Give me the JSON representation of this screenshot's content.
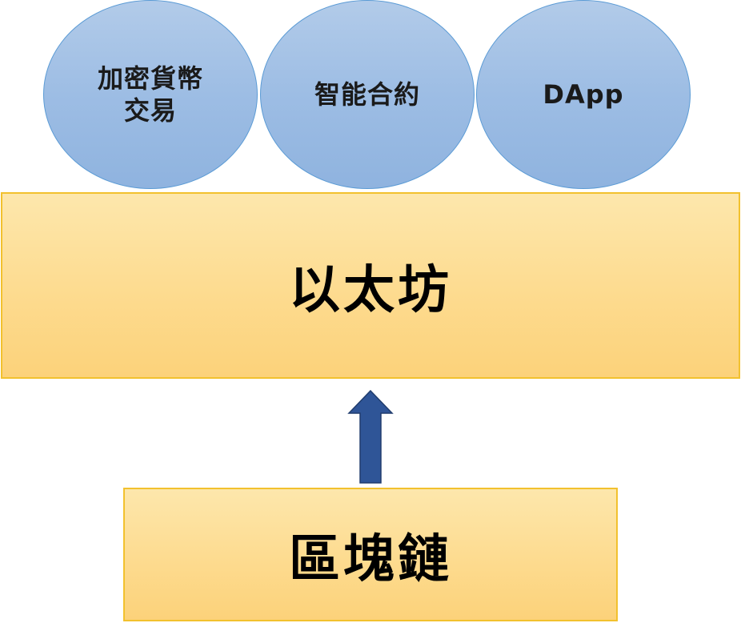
{
  "circles": [
    {
      "label": "加密貨幣交易"
    },
    {
      "label": "智能合約"
    },
    {
      "label": "DApp"
    }
  ],
  "ethereum": {
    "label": "以太坊"
  },
  "blockchain": {
    "label": "區塊鏈"
  },
  "colors": {
    "circle_fill": "#9dbde4",
    "circle_border": "#5b9bd5",
    "box_fill": "#fddb8f",
    "box_border": "#f2c12e",
    "arrow_fill": "#2f5597",
    "arrow_border": "#203d6e"
  }
}
